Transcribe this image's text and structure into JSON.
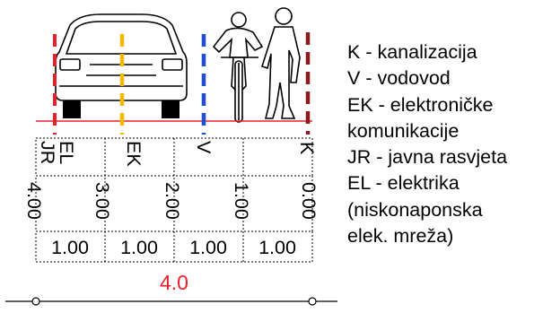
{
  "cross_section": {
    "lanes": [
      {
        "code_lines": [
          "EL",
          "JR"
        ],
        "color": "#e8202a"
      },
      {
        "code_lines": [
          "EK"
        ],
        "color": "#f5b800"
      },
      {
        "code_lines": [
          "V"
        ],
        "color": "#1f4ed8"
      },
      {
        "code_lines": [
          "K"
        ],
        "color": "#8b1a1a"
      }
    ],
    "distance_labels": [
      "4.00",
      "3.00",
      "2.00",
      "1.00",
      "0.00"
    ],
    "width_labels": [
      "1.00",
      "1.00",
      "1.00",
      "1.00"
    ],
    "total_width": "4.0",
    "total_color": "#e8202a",
    "ground_line_color": "#e8202a",
    "icons": [
      "car-icon",
      "cyclist-icon",
      "pedestrian-icon"
    ]
  },
  "legend": {
    "lines": [
      "K - kanalizacija",
      "V - vodovod",
      "EK - elektroničke",
      "komunikacije",
      "JR - javna rasvjeta",
      "EL - elektrika",
      "(niskonaponska",
      "elek. mreža)"
    ]
  }
}
